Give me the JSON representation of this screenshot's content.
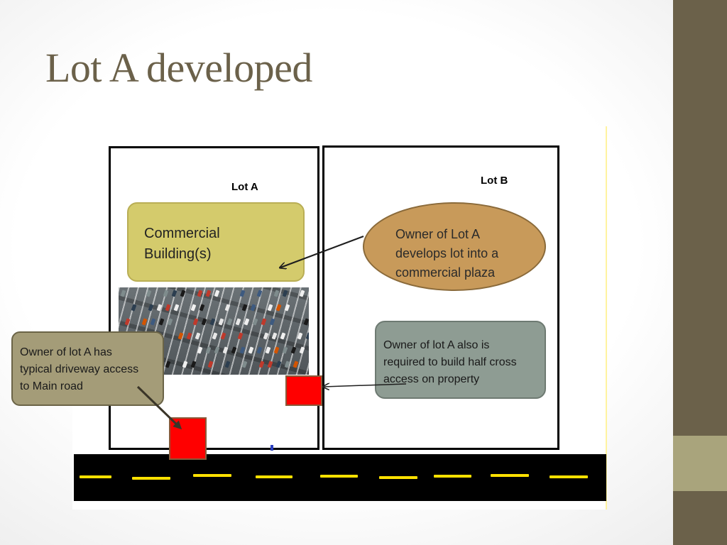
{
  "slide": {
    "title": "Lot A developed"
  },
  "diagram": {
    "lot_a_label": "Lot A",
    "lot_b_label": "Lot B",
    "commercial_box": {
      "line1": "Commercial",
      "line2": "Building(s)"
    },
    "owner_develops_oval": {
      "line1": "Owner of Lot A",
      "line2": "develops lot into a",
      "line3": "commercial plaza"
    },
    "cross_access_note": {
      "line1": "Owner of lot A also is",
      "line2": "required to build half cross",
      "line3": "access on property"
    },
    "driveway_note": {
      "line1": "Owner of lot A has",
      "line2": "typical driveway access",
      "line3": "to Main road"
    }
  },
  "colors": {
    "theme_dark": "#6b614a",
    "theme_light": "#a9a47c",
    "commercial_fill": "#d4cb6c",
    "oval_fill": "#c89a5a",
    "note_b_fill": "#8e9c93",
    "note_a_fill": "#a49c78",
    "access_red": "#ff0000",
    "road": "#000000",
    "lane_marking": "#ffe100"
  },
  "icons": [
    "arrow-icon"
  ]
}
